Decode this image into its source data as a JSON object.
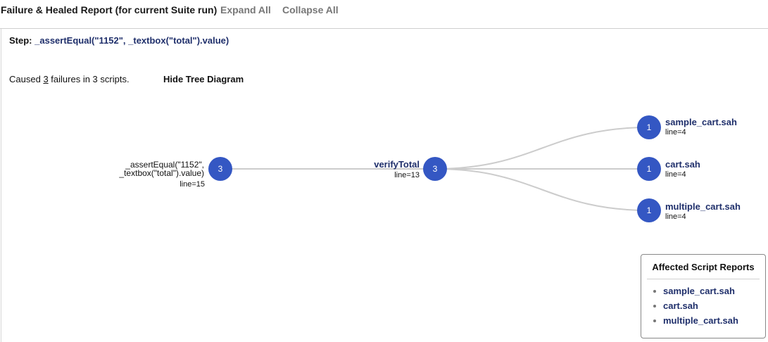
{
  "header": {
    "title": "Failure & Healed Report (for current Suite run)",
    "expand_all": "Expand All",
    "collapse_all": "Collapse All"
  },
  "step": {
    "label": "Step:",
    "expression": "_assertEqual(\"1152\", _textbox(\"total\").value)"
  },
  "summary": {
    "caused_prefix": "Caused",
    "failure_count": "3",
    "caused_suffix": "failures in 3 scripts.",
    "hide_tree": "Hide Tree Diagram"
  },
  "tree": {
    "root": {
      "label_line1": "_assertEqual(\"1152\",",
      "label_line2": "_textbox(\"total\").value)",
      "line": "line=15",
      "count": "3"
    },
    "mid": {
      "name": "verifyTotal",
      "line": "line=13",
      "count": "3"
    },
    "leaves": [
      {
        "name": "sample_cart.sah",
        "line": "line=4",
        "count": "1"
      },
      {
        "name": "cart.sah",
        "line": "line=4",
        "count": "1"
      },
      {
        "name": "multiple_cart.sah",
        "line": "line=4",
        "count": "1"
      }
    ]
  },
  "affected": {
    "title": "Affected Script Reports",
    "items": [
      "sample_cart.sah",
      "cart.sah",
      "multiple_cart.sah"
    ]
  }
}
